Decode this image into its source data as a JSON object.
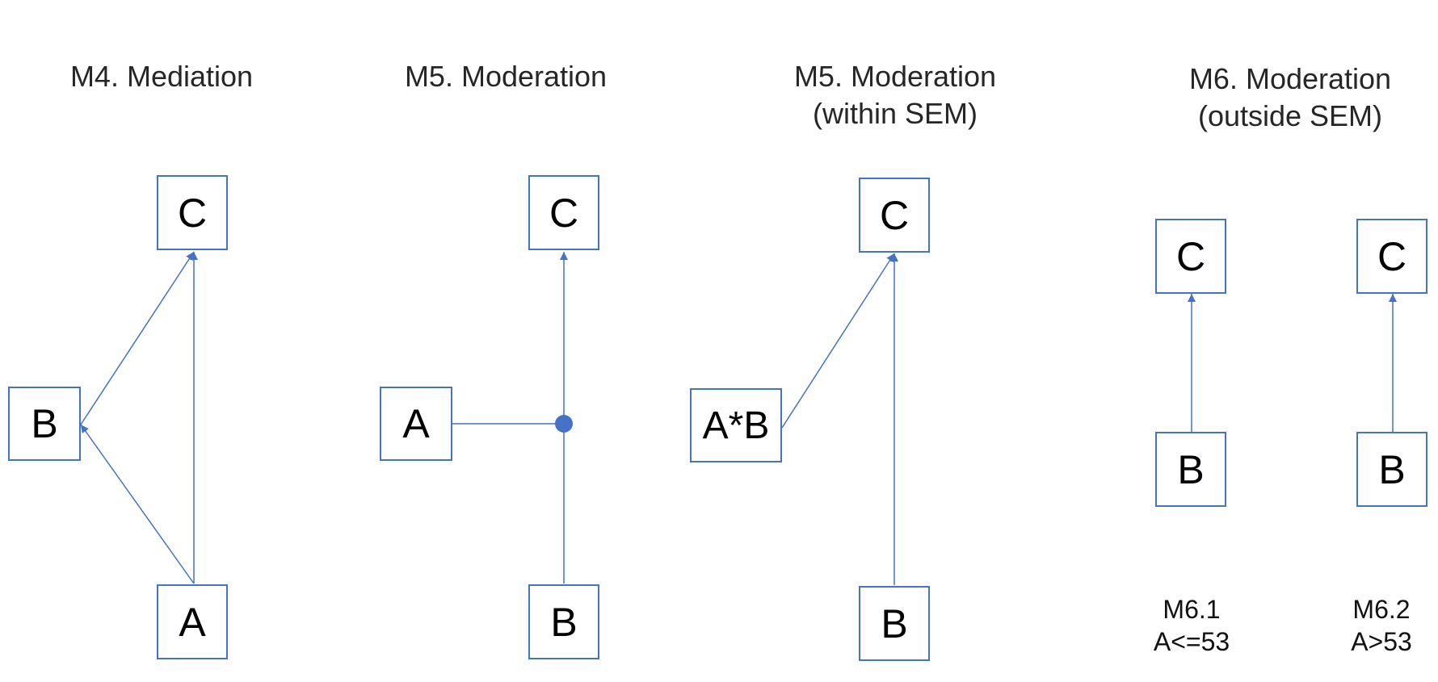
{
  "colors": {
    "accent": "#4472c4",
    "text": "#000000"
  },
  "panels": {
    "m4": {
      "title_lines": [
        "M4. Mediation"
      ],
      "nodes": {
        "c": "C",
        "b": "B",
        "a": "A"
      }
    },
    "m5": {
      "title_lines": [
        "M5. Moderation"
      ],
      "nodes": {
        "c": "C",
        "a": "A",
        "b": "B"
      }
    },
    "m5_sem": {
      "title_lines": [
        "M5. Moderation",
        "(within SEM)"
      ],
      "nodes": {
        "c": "C",
        "ab": "A*B",
        "b": "B"
      }
    },
    "m6": {
      "title_lines": [
        "M6. Moderation",
        "(outside SEM)"
      ],
      "sub1": {
        "nodes": {
          "c": "C",
          "b": "B"
        },
        "caption_lines": [
          "M6.1",
          "A<=53"
        ]
      },
      "sub2": {
        "nodes": {
          "c": "C",
          "b": "B"
        },
        "caption_lines": [
          "M6.2",
          "A>53"
        ]
      }
    }
  }
}
